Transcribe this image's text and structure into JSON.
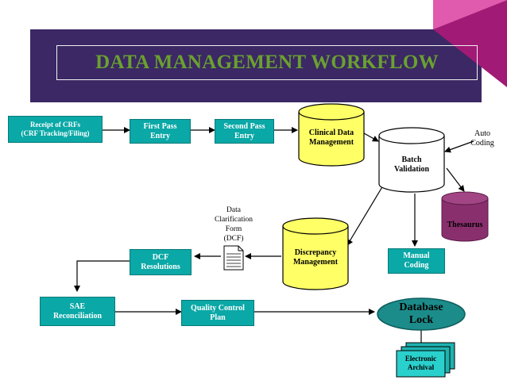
{
  "title": "DATA MANAGEMENT WORKFLOW",
  "nodes": {
    "receipt_crfs": "Receipt of CRFs\n(CRF Tracking/Filing)",
    "first_pass": "First Pass\nEntry",
    "second_pass": "Second Pass\nEntry",
    "clinical_data": "Clinical Data\nManagement",
    "batch_validation": "Batch\nValidation",
    "auto_coding": "Auto\nCoding",
    "thesaurus": "Thesaurus",
    "dcf": "Data\nClarification\nForm\n(DCF)",
    "discrepancy": "Discrepancy\nManagement",
    "dcf_resolutions": "DCF\nResolutions",
    "manual_coding": "Manual\nCoding",
    "sae_reconciliation": "SAE\nReconciliation",
    "qc_plan": "Quality Control\nPlan",
    "database_lock": "Database\nLock",
    "electronic_archival": "Electronic\nArchival"
  },
  "colors": {
    "banner": "#3b2864",
    "accent_magenta": "#c0298c",
    "title_green": "#6aa12f",
    "process_teal": "#0aa8a6",
    "cylinder_yellow": "#ffff66",
    "thesaurus_purple": "#8a2f6e",
    "lock_teal": "#1c8c8a"
  }
}
